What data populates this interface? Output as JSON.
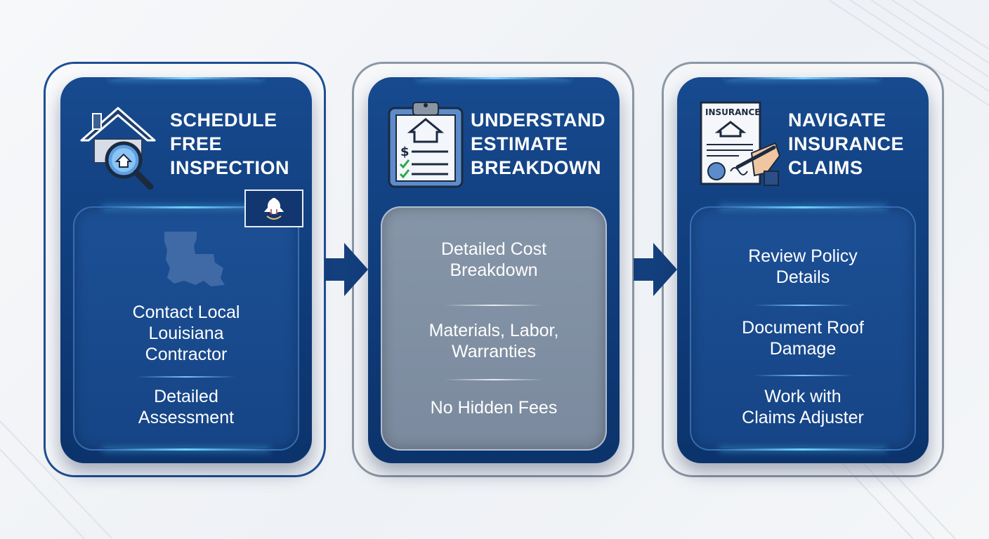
{
  "colors": {
    "navy": "#0f3b78",
    "accent_glow": "#6fd0ff",
    "gray_panel": "#8190a4"
  },
  "steps": [
    {
      "icon": "house-magnifier-icon",
      "title_lines": [
        "SCHEDULE",
        "FREE",
        "INSPECTION"
      ],
      "badge_icon": "louisiana-flag-pelican-icon",
      "map_icon": "louisiana-state-map-icon",
      "items": [
        {
          "lines": [
            "Contact Local",
            "Louisiana",
            "Contractor"
          ]
        },
        {
          "lines": [
            "Detailed",
            "Assessment"
          ]
        }
      ]
    },
    {
      "icon": "clipboard-estimate-icon",
      "title_lines": [
        "UNDERSTAND",
        "ESTIMATE",
        "BREAKDOWN"
      ],
      "items": [
        {
          "lines": [
            "Detailed Cost",
            "Breakdown"
          ]
        },
        {
          "lines": [
            "Materials, Labor,",
            "Warranties"
          ]
        },
        {
          "lines": [
            "No Hidden Fees"
          ]
        }
      ]
    },
    {
      "icon": "insurance-document-signing-icon",
      "icon_label": "INSURANCE",
      "title_lines": [
        "NAVIGATE",
        "INSURANCE",
        "CLAIMS"
      ],
      "items": [
        {
          "lines": [
            "Review Policy",
            "Details"
          ]
        },
        {
          "lines": [
            "Document Roof",
            "Damage"
          ]
        },
        {
          "lines": [
            "Work with",
            "Claims Adjuster"
          ]
        }
      ]
    }
  ]
}
